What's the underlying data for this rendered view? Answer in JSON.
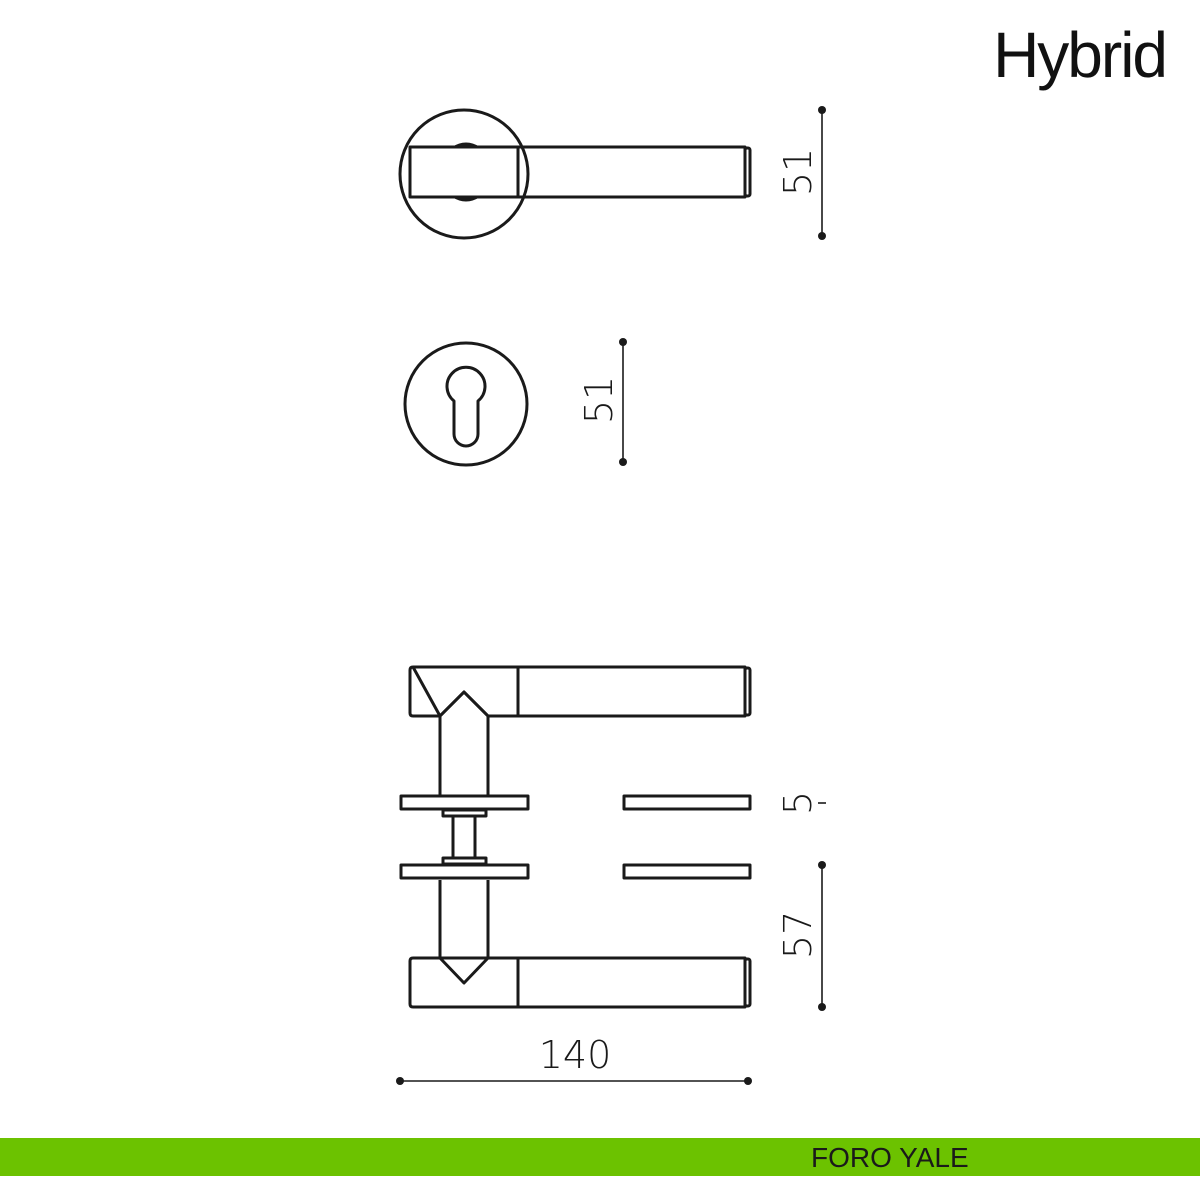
{
  "title": "Hybrid",
  "dimensions": {
    "top_view_height": "51",
    "escutcheon_diameter": "51",
    "rose_thickness": "5",
    "lever_height": "57",
    "lever_length": "140"
  },
  "footer": {
    "label": "FORO YALE",
    "color": "#6cc200"
  }
}
